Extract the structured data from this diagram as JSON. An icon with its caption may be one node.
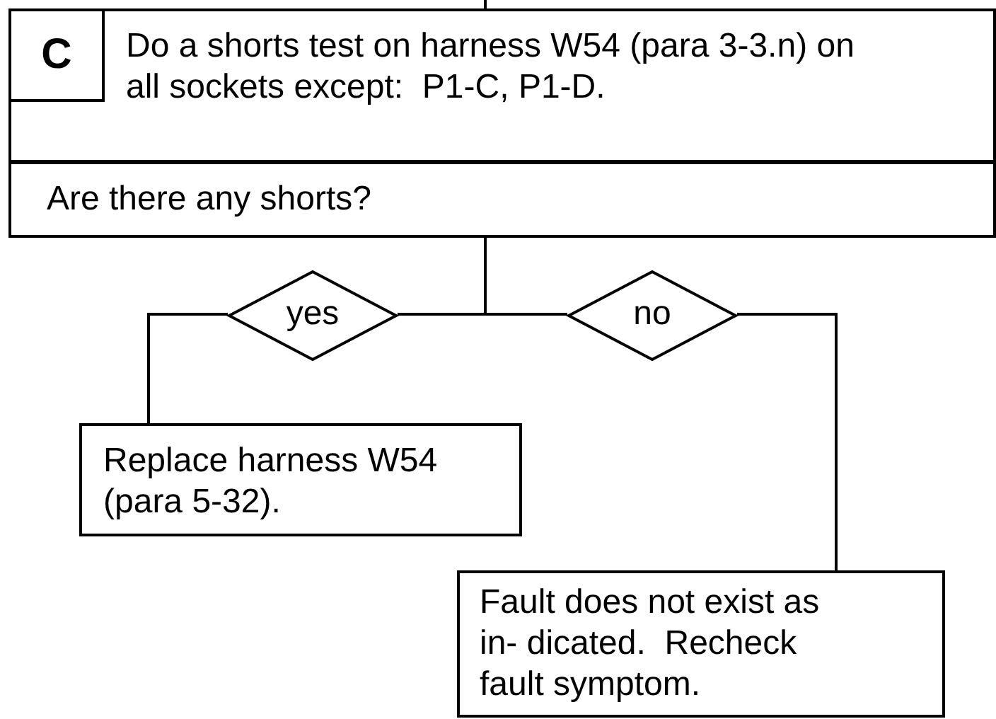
{
  "diagram": {
    "nodes": [
      {
        "text": [
          "Do a shorts test on harness W54 (para 3‑3.n) on all sockets except:  P1‑C, P1‑D."
        ]
      },
      {
        "text": [
          "C"
        ],
        "in": 0
      },
      {
        "text": [
          "Are there any shorts?"
        ]
      },
      {
        "text": [
          "yes"
        ]
      },
      {
        "text": [
          "no"
        ]
      },
      {
        "text": [
          "Replace harness W54 (para 5‑32)."
        ]
      },
      {
        "text": [
          "Fault does not exist as in- dicated.  Recheck fault symptom."
        ]
      }
    ],
    "edges": [
      {
        "from": null,
        "to": 0,
        "arrow": "none"
      },
      {
        "from": 2,
        "to": 3,
        "arrow": "none"
      },
      {
        "from": 2,
        "to": 4,
        "arrow": "none"
      },
      {
        "from": 3,
        "to": 5,
        "arrow": "none"
      },
      {
        "from": 4,
        "to": 6,
        "arrow": "none"
      }
    ]
  }
}
